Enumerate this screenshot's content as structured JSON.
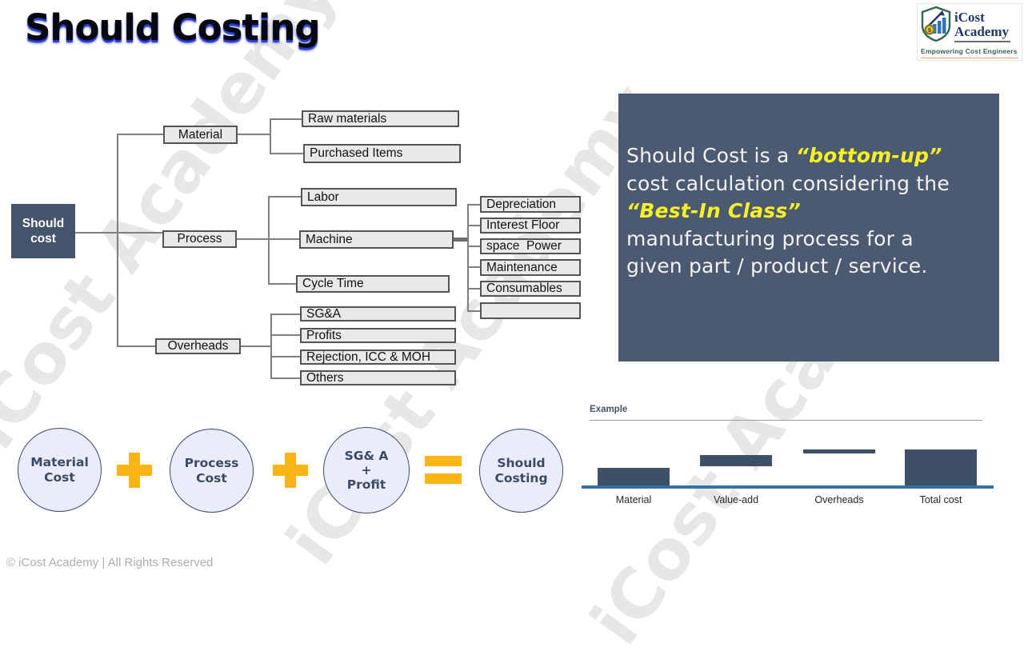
{
  "title": "Should Costing",
  "logo": {
    "name_line1": "iCost",
    "name_line2": "Academy",
    "tagline": "Empowering Cost Engineers",
    "shield_icon": "shield-with-growth-chart-and-dollar-gear",
    "accent_underline_color": "#E8A27A",
    "name_color": "#1F3864"
  },
  "watermark_text": "iCost Academy",
  "tree": {
    "root_line1": "Should",
    "root_line2": "cost",
    "root_bg": "#44546A",
    "branches": {
      "material": "Material",
      "process": "Process",
      "overheads": "Overheads"
    },
    "material_children": [
      "Raw materials",
      "Purchased Items"
    ],
    "process_children": [
      "Labor",
      "Machine",
      "Cycle Time"
    ],
    "machine_children": [
      "Depreciation",
      "Interest Floor",
      "space  Power",
      "Maintenance",
      "Consumables",
      ""
    ],
    "overheads_children": [
      "SG&A",
      "Profits",
      "Rejection, ICC & MOH",
      "Others"
    ]
  },
  "panel": {
    "bg": "#4C5A71",
    "text_color": "#F2F2F2",
    "highlight_color": "#F7EF27",
    "lines": [
      [
        {
          "t": "Should Cost is a ",
          "s": "n"
        },
        {
          "t": "“bottom-up”",
          "s": "h"
        }
      ],
      [
        {
          "t": "cost calculation considering the",
          "s": "n"
        }
      ],
      [
        {
          "t": "“Best-In Class”",
          "s": "h"
        }
      ],
      [
        {
          "t": "manufacturing process for a",
          "s": "n"
        }
      ],
      [
        {
          "t": "given part / product / service.",
          "s": "n"
        }
      ]
    ]
  },
  "equation": {
    "operator_color": "#F9B516",
    "operators": [
      "+",
      "+",
      "="
    ],
    "circles": [
      {
        "lines": [
          "Material",
          "Cost"
        ]
      },
      {
        "lines": [
          "Process",
          "Cost"
        ]
      },
      {
        "lines": [
          "SG& A",
          "+",
          "Profit"
        ]
      },
      {
        "lines": [
          "Should",
          "Costing"
        ]
      }
    ]
  },
  "example": {
    "label": "Example"
  },
  "chart_data": {
    "type": "bar",
    "subtype": "waterfall",
    "title": "Example",
    "categories": [
      "Material",
      "Value-add",
      "Overheads",
      "Total cost"
    ],
    "series": [
      {
        "name": "cost segment",
        "starts": [
          0,
          24,
          40,
          0
        ],
        "ends": [
          22,
          38,
          45,
          45
        ]
      }
    ],
    "values": [
      22,
      14,
      5,
      45
    ],
    "xlabel": "",
    "ylabel": "",
    "ylim": [
      0,
      50
    ],
    "grid": false,
    "legend": false,
    "bar_color": "#3E5068",
    "axis_color": "#2E74B5"
  },
  "footer": "© iCost Academy | All Rights Reserved"
}
